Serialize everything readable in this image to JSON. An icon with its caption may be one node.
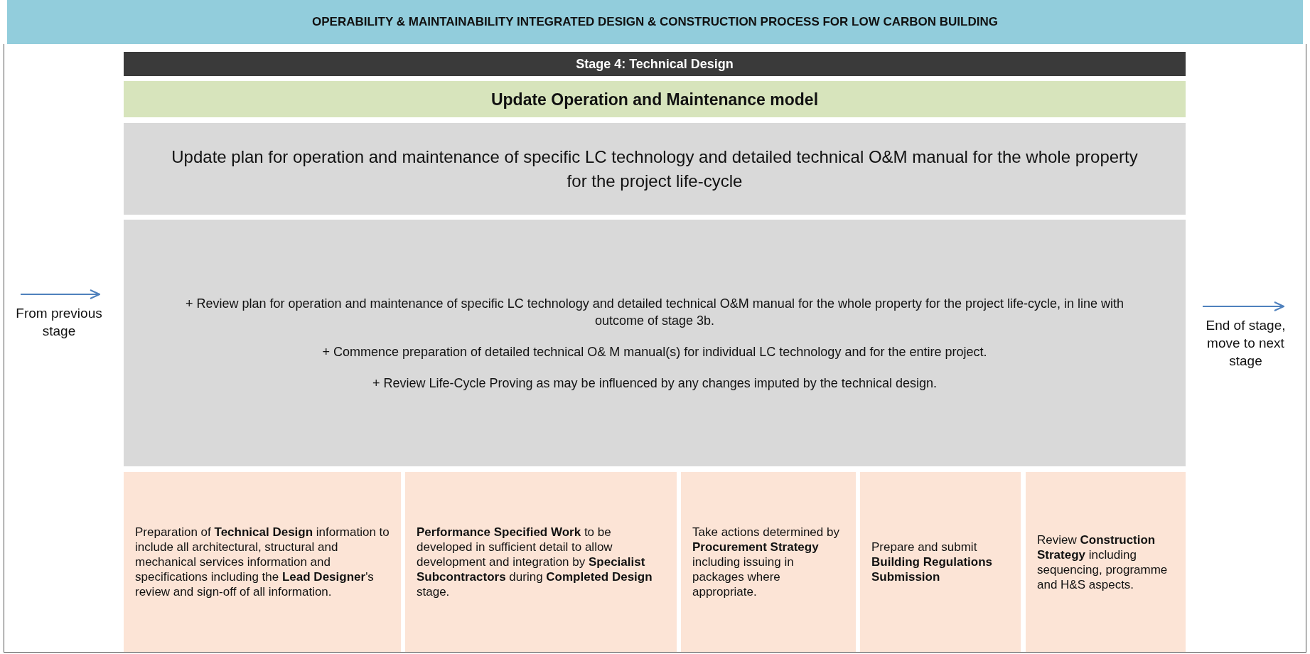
{
  "diagram": {
    "title": "OPERABILITY & MAINTAINABILITY INTEGRATED DESIGN & CONSTRUCTION PROCESS FOR LOW CARBON BUILDING",
    "nodes": [
      {
        "text": [
          "Stage 4: Technical Design"
        ]
      },
      {
        "text": [
          "Update Operation and Maintenance model"
        ]
      },
      {
        "text": [
          "Update plan for operation and maintenance of specific LC technology and detailed technical O&M manual for the whole property for the project life-cycle"
        ]
      },
      {
        "text": [
          "+ Review plan for operation and maintenance of specific LC technology and detailed technical O&M manual for the whole property for the project life-cycle, in line with outcome of stage 3b.",
          "+ Commence preparation of detailed technical O& M manual(s) for individual LC technology and for the entire project.",
          "+ Review Life-Cycle Proving as may be influenced by any changes imputed by the technical design."
        ]
      },
      {
        "text": [
          "Preparation of **Technical Design** information to include all architectural, structural and mechanical services information and specifications including the **Lead Designer**'s review and sign-off of all information."
        ]
      },
      {
        "text": [
          "**Performance Specified Work** to be developed in sufficient detail to allow development and integration by **Specialist Subcontractors** during **Completed Design** stage."
        ]
      },
      {
        "text": [
          "Take actions determined by **Procurement Strategy** including issuing in packages where appropriate."
        ]
      },
      {
        "text": [
          "Prepare and submit **Building Regulations Submission**"
        ]
      },
      {
        "text": [
          "Review **Construction Strategy** including sequencing, programme and H&S aspects."
        ]
      }
    ],
    "labels": [
      "From previous stage",
      "End of stage, move to next stage"
    ]
  }
}
